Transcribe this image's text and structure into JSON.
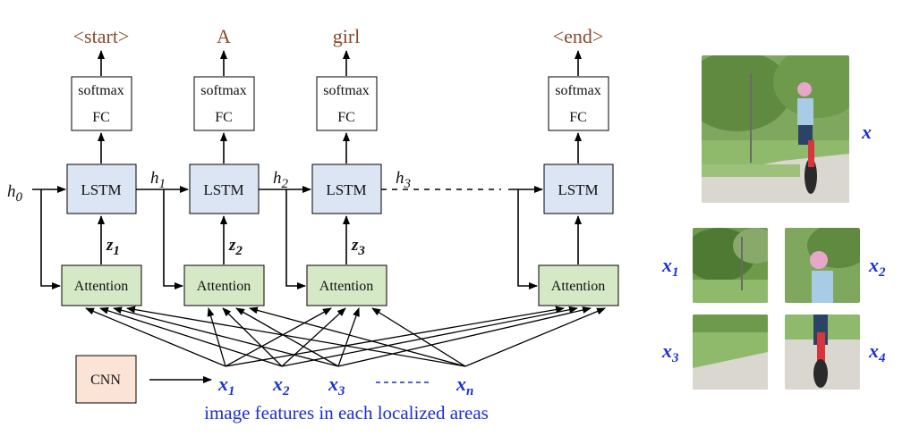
{
  "decoder": {
    "output_words": [
      "<start>",
      "A",
      "girl",
      "<end>"
    ],
    "softmax_label": "softmax",
    "fc_label": "FC",
    "lstm_label": "LSTM",
    "attention_label": "Attention",
    "hidden_states": [
      {
        "base": "h",
        "sub": "0"
      },
      {
        "base": "h",
        "sub": "1"
      },
      {
        "base": "h",
        "sub": "2"
      },
      {
        "base": "h",
        "sub": "3"
      }
    ],
    "context_vectors": [
      {
        "base": "z",
        "sub": "1"
      },
      {
        "base": "z",
        "sub": "2"
      },
      {
        "base": "z",
        "sub": "3"
      }
    ]
  },
  "encoder": {
    "cnn_label": "CNN",
    "features": [
      {
        "base": "x",
        "sub": "1"
      },
      {
        "base": "x",
        "sub": "2"
      },
      {
        "base": "x",
        "sub": "3"
      },
      {
        "base": "x",
        "sub": "n"
      }
    ],
    "caption": "image features in each localized areas"
  },
  "image_panel": {
    "full_label": "x",
    "crop_labels": [
      {
        "base": "x",
        "sub": "1"
      },
      {
        "base": "x",
        "sub": "2"
      },
      {
        "base": "x",
        "sub": "3"
      },
      {
        "base": "x",
        "sub": "4"
      }
    ]
  }
}
